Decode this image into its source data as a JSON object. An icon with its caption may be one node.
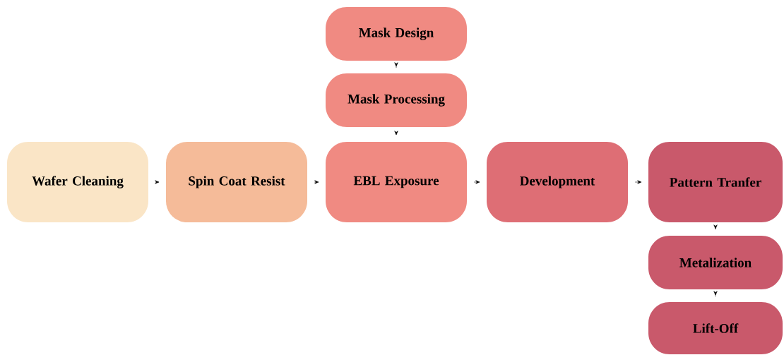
{
  "diagram": {
    "nodes": [
      {
        "text": [
          "Mask Design"
        ]
      },
      {
        "text": [
          "Mask Processing"
        ]
      },
      {
        "text": [
          "Wafer Cleaning"
        ]
      },
      {
        "text": [
          "Spin Coat Resist"
        ]
      },
      {
        "text": [
          "EBL Exposure"
        ]
      },
      {
        "text": [
          "Development"
        ]
      },
      {
        "text": [
          "Pattern Tranfer"
        ]
      },
      {
        "text": [
          "Metalization"
        ]
      },
      {
        "text": [
          "Lift-Off"
        ]
      }
    ],
    "edges": [
      {
        "from": 0,
        "to": 1,
        "arrow": "to"
      },
      {
        "from": 1,
        "to": 4,
        "arrow": "to"
      },
      {
        "from": 2,
        "to": 3,
        "arrow": "to"
      },
      {
        "from": 3,
        "to": 4,
        "arrow": "to"
      },
      {
        "from": 4,
        "to": 5,
        "arrow": "to"
      },
      {
        "from": 5,
        "to": 6,
        "arrow": "to"
      },
      {
        "from": 6,
        "to": 7,
        "arrow": "to"
      },
      {
        "from": 7,
        "to": 8,
        "arrow": "to"
      }
    ]
  }
}
